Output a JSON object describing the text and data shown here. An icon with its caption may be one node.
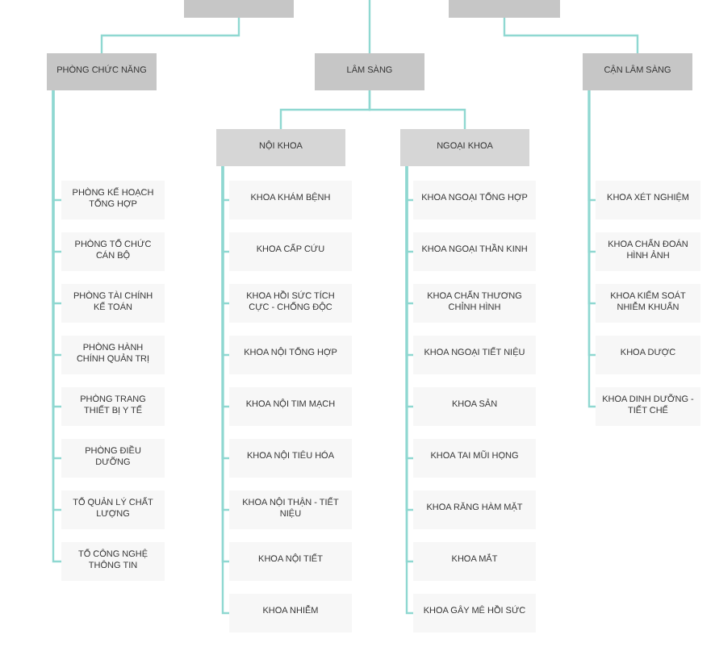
{
  "diagram": {
    "nodes": [
      {
        "text": [],
        "shape": "box"
      },
      {
        "text": [],
        "shape": "box"
      },
      {
        "text": [
          "PHÒNG CHỨC NĂNG"
        ]
      },
      {
        "text": [
          "LÂM SÀNG"
        ]
      },
      {
        "text": [
          "CẬN LÂM SÀNG"
        ]
      },
      {
        "text": [
          "NỘI KHOA"
        ]
      },
      {
        "text": [
          "NGOẠI KHOA"
        ]
      },
      {
        "text": [
          "PHÒNG KẾ HOẠCH TỔNG HỢP"
        ]
      },
      {
        "text": [
          "PHÒNG TỔ CHỨC CÁN BỘ"
        ]
      },
      {
        "text": [
          "PHÒNG TÀI CHÍNH KẾ TOÁN"
        ]
      },
      {
        "text": [
          "PHÒNG HÀNH CHÍNH QUẢN TRỊ"
        ]
      },
      {
        "text": [
          "PHÒNG TRANG THIẾT BỊ Y TẾ"
        ]
      },
      {
        "text": [
          "PHÒNG ĐIỀU DƯỠNG"
        ]
      },
      {
        "text": [
          "TỔ QUẢN LÝ CHẤT LƯỢNG"
        ]
      },
      {
        "text": [
          "TỔ CÔNG NGHỆ THÔNG TIN"
        ]
      },
      {
        "text": [
          "KHOA KHÁM BỆNH"
        ]
      },
      {
        "text": [
          "KHOA CẤP CỨU"
        ]
      },
      {
        "text": [
          "KHOA HỒI SỨC TÍCH CỰC - CHỐNG ĐỘC"
        ]
      },
      {
        "text": [
          "KHOA NỘI TỔNG HỢP"
        ]
      },
      {
        "text": [
          "KHOA NỘI TIM MẠCH"
        ]
      },
      {
        "text": [
          "KHOA NỘI TIÊU HÓA"
        ]
      },
      {
        "text": [
          "KHOA NỘI THẬN - TIẾT NIỆU"
        ]
      },
      {
        "text": [
          "KHOA NỘI TIẾT"
        ]
      },
      {
        "text": [
          "KHOA NHIỄM"
        ]
      },
      {
        "text": [
          "KHOA NGOẠI TỔNG HỢP"
        ]
      },
      {
        "text": [
          "KHOA NGOẠI THẦN KINH"
        ]
      },
      {
        "text": [
          "KHOA CHẤN THƯƠNG CHỈNH HÌNH"
        ]
      },
      {
        "text": [
          "KHOA NGOẠI TIẾT NIỆU"
        ]
      },
      {
        "text": [
          "KHOA SẢN"
        ]
      },
      {
        "text": [
          "KHOA TAI MŨI HỌNG"
        ]
      },
      {
        "text": [
          "KHOA RĂNG HÀM MẶT"
        ]
      },
      {
        "text": [
          "KHOA MẮT"
        ]
      },
      {
        "text": [
          "KHOA GÂY MÊ HỒI SỨC"
        ]
      },
      {
        "text": [
          "KHOA XÉT NGHIỆM"
        ]
      },
      {
        "text": [
          "KHOA CHẨN ĐOÁN HÌNH ẢNH"
        ]
      },
      {
        "text": [
          "KHOA KIỂM SOÁT NHIỄM KHUẨN"
        ]
      },
      {
        "text": [
          "KHOA DƯỢC"
        ]
      },
      {
        "text": [
          "KHOA DINH DƯỠNG - TIẾT CHẾ"
        ]
      }
    ],
    "edges": [
      {
        "from": null,
        "to": 3,
        "arrow": "none"
      },
      {
        "from": 0,
        "to": 2,
        "arrow": "none"
      },
      {
        "from": 1,
        "to": 4,
        "arrow": "none"
      },
      {
        "from": 3,
        "to": 5,
        "arrow": "none"
      },
      {
        "from": 3,
        "to": 6,
        "arrow": "none"
      },
      {
        "from": 2,
        "to": 7,
        "arrow": "none"
      },
      {
        "from": 2,
        "to": 8,
        "arrow": "none"
      },
      {
        "from": 2,
        "to": 9,
        "arrow": "none"
      },
      {
        "from": 2,
        "to": 10,
        "arrow": "none"
      },
      {
        "from": 2,
        "to": 11,
        "arrow": "none"
      },
      {
        "from": 2,
        "to": 12,
        "arrow": "none"
      },
      {
        "from": 2,
        "to": 13,
        "arrow": "none"
      },
      {
        "from": 2,
        "to": 14,
        "arrow": "none"
      },
      {
        "from": 5,
        "to": 15,
        "arrow": "none"
      },
      {
        "from": 5,
        "to": 16,
        "arrow": "none"
      },
      {
        "from": 5,
        "to": 17,
        "arrow": "none"
      },
      {
        "from": 5,
        "to": 18,
        "arrow": "none"
      },
      {
        "from": 5,
        "to": 19,
        "arrow": "none"
      },
      {
        "from": 5,
        "to": 20,
        "arrow": "none"
      },
      {
        "from": 5,
        "to": 21,
        "arrow": "none"
      },
      {
        "from": 5,
        "to": 22,
        "arrow": "none"
      },
      {
        "from": 5,
        "to": 23,
        "arrow": "none"
      },
      {
        "from": 6,
        "to": 24,
        "arrow": "none"
      },
      {
        "from": 6,
        "to": 25,
        "arrow": "none"
      },
      {
        "from": 6,
        "to": 26,
        "arrow": "none"
      },
      {
        "from": 6,
        "to": 27,
        "arrow": "none"
      },
      {
        "from": 6,
        "to": 28,
        "arrow": "none"
      },
      {
        "from": 6,
        "to": 29,
        "arrow": "none"
      },
      {
        "from": 6,
        "to": 30,
        "arrow": "none"
      },
      {
        "from": 6,
        "to": 31,
        "arrow": "none"
      },
      {
        "from": 6,
        "to": 32,
        "arrow": "none"
      },
      {
        "from": 4,
        "to": 33,
        "arrow": "none"
      },
      {
        "from": 4,
        "to": 34,
        "arrow": "none"
      },
      {
        "from": 4,
        "to": 35,
        "arrow": "none"
      },
      {
        "from": 4,
        "to": 36,
        "arrow": "none"
      },
      {
        "from": 4,
        "to": 37,
        "arrow": "none"
      }
    ]
  }
}
